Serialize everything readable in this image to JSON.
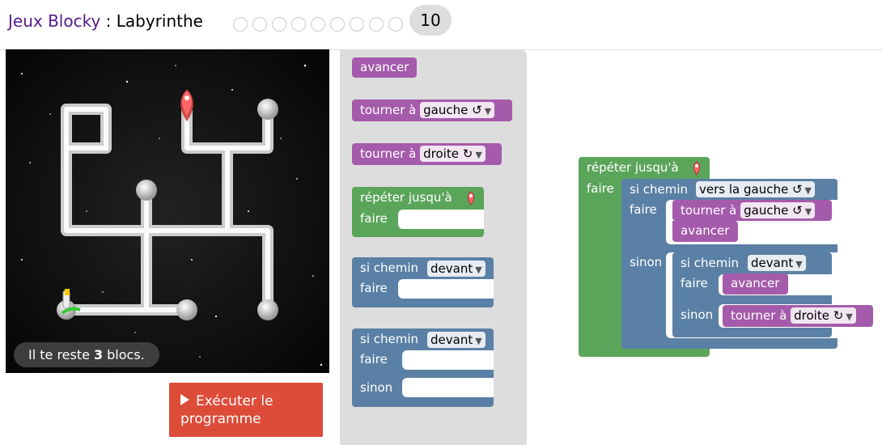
{
  "header": {
    "link_text": "Jeux Blocky",
    "separator": ":",
    "page_name": "Labyrinthe",
    "current_level": "10"
  },
  "maze": {
    "capacity_prefix": "Il te reste",
    "capacity_count": "3",
    "capacity_suffix": "blocs."
  },
  "run_button": {
    "label": "Exécuter le programme"
  },
  "toolbox": {
    "avancer": "avancer",
    "tourner": "tourner",
    "a": "à",
    "gauche": "gauche",
    "droite": "droite",
    "repeter": "répéter jusqu'à",
    "faire": "faire",
    "si_chemin": "si chemin",
    "devant": "devant",
    "sinon": "sinon"
  },
  "workspace": {
    "repeter": "répéter jusqu'à",
    "faire": "faire",
    "si_chemin": "si chemin",
    "vers_la_gauche": "vers la gauche",
    "tourner": "tourner",
    "a": "à",
    "gauche": "gauche",
    "avancer": "avancer",
    "sinon": "sinon",
    "devant": "devant",
    "droite": "droite"
  },
  "icons": {
    "turn_left": "↺",
    "turn_right": "↻",
    "dropdown": "▼",
    "marker": "marker-icon"
  },
  "colors": {
    "motion": "#a55bab",
    "loop": "#5ba55b",
    "logic": "#5b80a5",
    "run": "#dd4b39",
    "link": "#551a8b"
  }
}
